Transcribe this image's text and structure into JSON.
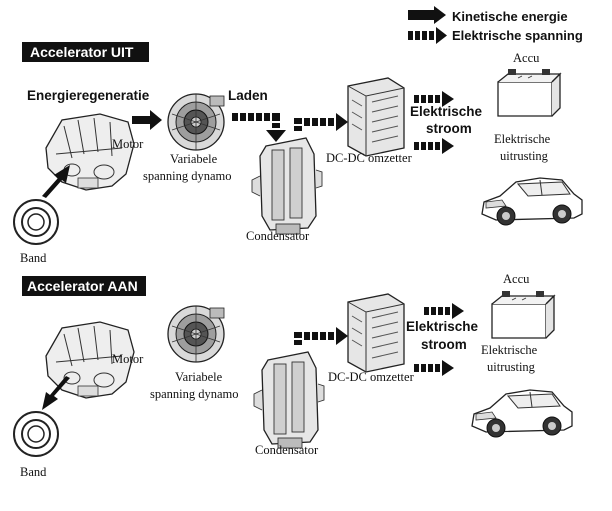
{
  "legend": {
    "kinetic_label": "Kinetische energie",
    "electric_label": "Elektrische spanning"
  },
  "section_off": {
    "title": "Accelerator UIT",
    "energy_regeneration": "Energieregeneratie",
    "charging": "Laden",
    "motor": "Motor",
    "alternator_line1": "Variabele",
    "alternator_line2": "spanning dynamo",
    "capacitor": "Condensator",
    "converter": "DC-DC omzetter",
    "current_line1": "Elektrische",
    "current_line2": "stroom",
    "battery": "Accu",
    "equipment_line1": "Elektrische",
    "equipment_line2": "uitrusting",
    "belt": "Band"
  },
  "section_on": {
    "title": "Accelerator AAN",
    "motor": "Motor",
    "alternator_line1": "Variabele",
    "alternator_line2": "spanning dynamo",
    "capacitor": "Condensator",
    "converter": "DC-DC omzetter",
    "current_line1": "Elektrische",
    "current_line2": "stroom",
    "battery": "Accu",
    "equipment_line1": "Elektrische",
    "equipment_line2": "uitrusting",
    "belt": "Band"
  }
}
